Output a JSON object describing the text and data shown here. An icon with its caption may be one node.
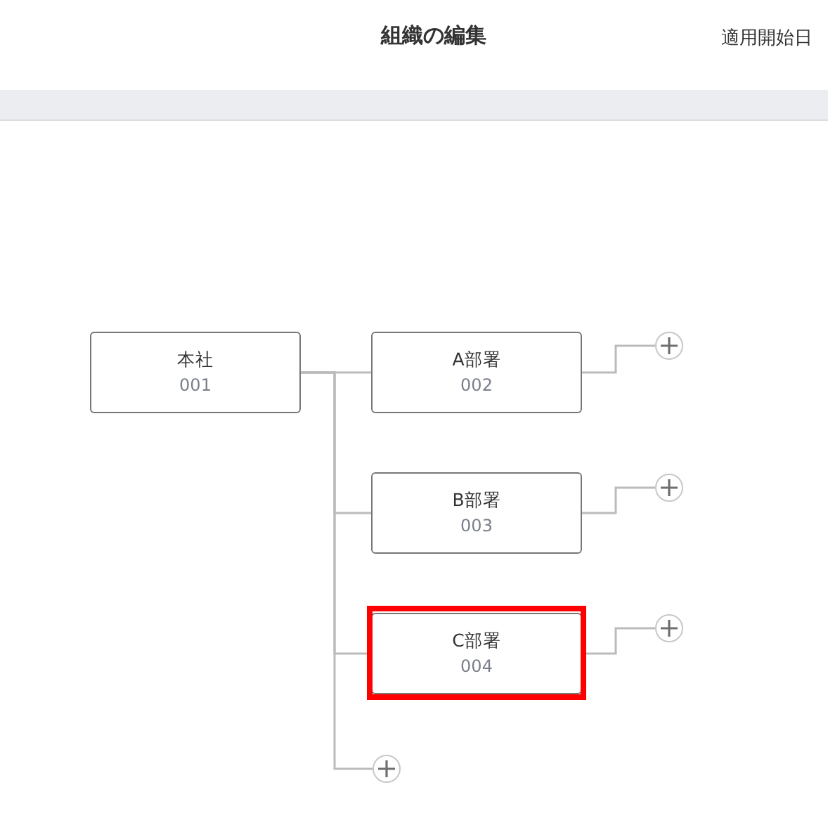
{
  "diagram": {
    "title": "組織の編集",
    "nodes": [
      {
        "text": [],
        "shape": "bar"
      },
      {
        "text": [
          "本社",
          "001"
        ]
      },
      {
        "text": [
          "A部署",
          "002"
        ]
      },
      {
        "text": [
          "B部署",
          "003"
        ]
      },
      {
        "text": [
          "C部署",
          "004"
        ]
      },
      {
        "text": [],
        "shape": "circle"
      },
      {
        "text": [],
        "shape": "circle"
      },
      {
        "text": [],
        "shape": "circle"
      },
      {
        "text": [],
        "shape": "circle"
      }
    ],
    "edges": [
      {
        "from": 1,
        "to": 2,
        "arrow": "none"
      },
      {
        "from": 1,
        "to": 3,
        "arrow": "none"
      },
      {
        "from": 1,
        "to": 4,
        "arrow": "none"
      },
      {
        "from": 1,
        "to": 8,
        "arrow": "none"
      },
      {
        "from": 2,
        "to": 5,
        "arrow": "none"
      },
      {
        "from": 3,
        "to": 6,
        "arrow": "none"
      },
      {
        "from": 4,
        "to": 7,
        "arrow": "none"
      }
    ],
    "labels": [
      "適用開始日"
    ]
  }
}
